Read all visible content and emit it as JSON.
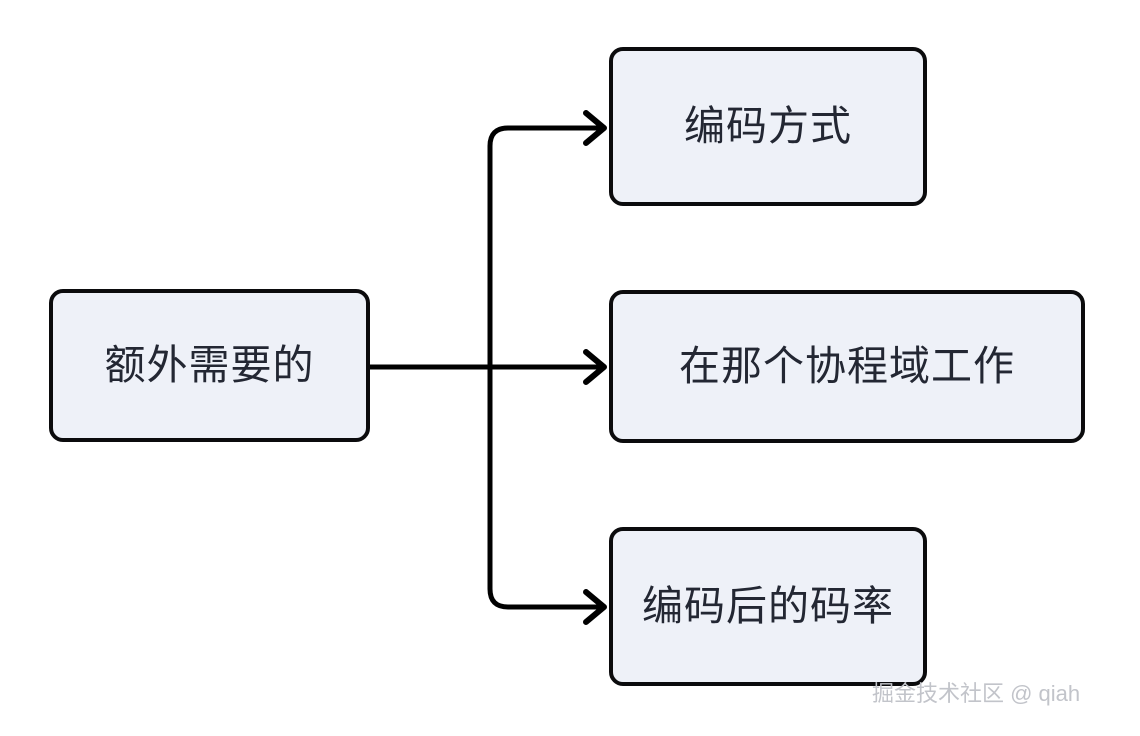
{
  "diagram": {
    "type": "flowchart",
    "orientation": "left-to-right",
    "background_color": "#ffffff",
    "node_fill_color": "#eef1f8",
    "node_border_color": "#0b0b0d",
    "text_color": "#232733",
    "edge_color": "#000000",
    "source_node": {
      "label": "额外需要的"
    },
    "branch_nodes": [
      {
        "label": "编码方式"
      },
      {
        "label": "在那个协程域工作"
      },
      {
        "label": "编码后的码率"
      }
    ],
    "edges": [
      {
        "from": "额外需要的",
        "to": "编码方式",
        "arrow": "open-arrow"
      },
      {
        "from": "额外需要的",
        "to": "在那个协程域工作",
        "arrow": "open-arrow"
      },
      {
        "from": "额外需要的",
        "to": "编码后的码率",
        "arrow": "open-arrow"
      }
    ]
  },
  "watermark": {
    "text": "掘金技术社区 @ qiah",
    "color": "#c2c4ca"
  }
}
